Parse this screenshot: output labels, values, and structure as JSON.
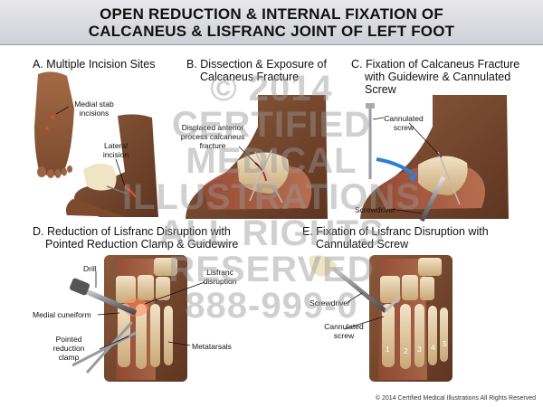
{
  "title": {
    "line1": "OPEN REDUCTION & INTERNAL FIXATION OF",
    "line2": "CALCANEUS & LISFRANC JOINT OF LEFT FOOT"
  },
  "panels": {
    "a": {
      "title": "A. Multiple Incision Sites",
      "labels": {
        "medial": "Medial stab\nincisions",
        "lateral": "Lateral\nincision"
      }
    },
    "b": {
      "title_l1": "B. Dissection & Exposure of",
      "title_l2": "Calcaneus Fracture",
      "labels": {
        "fracture": "Displaced anterior\nprocess calcaneus\nfracture"
      }
    },
    "c": {
      "title_l1": "C. Fixation of Calcaneus Fracture",
      "title_l2": "with Guidewire & Cannulated",
      "title_l3": "Screw",
      "labels": {
        "screw": "Cannulated\nscrew",
        "screwdriver": "Screwdriver"
      }
    },
    "d": {
      "title_l1": "D. Reduction of Lisfranc Disruption with",
      "title_l2": "Pointed Reduction Clamp & Guidewire",
      "labels": {
        "drill": "Drill",
        "lisfranc": "Lisfranc\ndisruption",
        "cuneiform": "Medial cuneiform",
        "clamp": "Pointed\nreduction\nclamp",
        "metatarsals": "Metatarsals"
      }
    },
    "e": {
      "title_l1": "E. Fixation of Lisfranc Disruption with",
      "title_l2": "Cannulated Screw",
      "labels": {
        "screwdriver": "Screwdriver",
        "screw": "Cannulated\nscrew"
      },
      "numbers": [
        "1",
        "2",
        "3",
        "4",
        "5"
      ]
    }
  },
  "watermark": [
    "© 2014",
    "CERTIFIED",
    "MEDICAL",
    "ILLUSTRATIONS",
    "ALL RIGHTS",
    "RESERVED",
    "888-999-0"
  ],
  "footer": "© 2014 Certified Medical Illustrations All Rights Reserved"
}
